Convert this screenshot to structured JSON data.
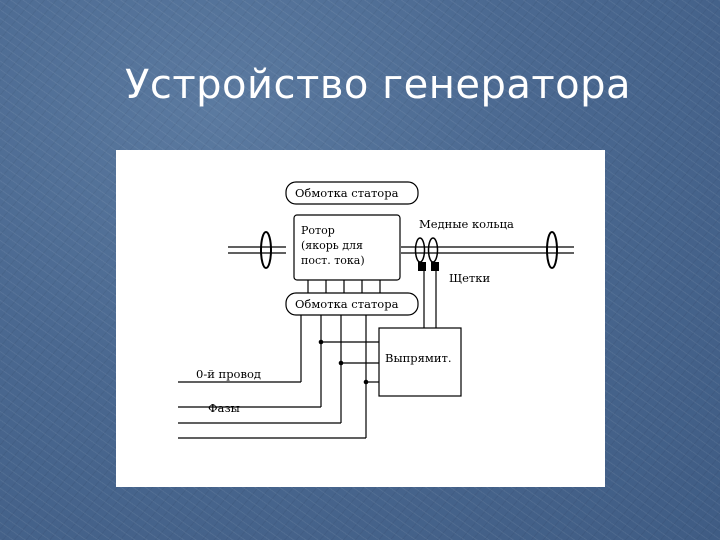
{
  "slide": {
    "title": "Устройство генератора"
  },
  "diagram": {
    "stator_top": "Обмотка статора",
    "stator_bottom": "Обмотка статора",
    "rotor_line1": "Ротор",
    "rotor_line2": "(якорь для",
    "rotor_line3": "пост. тока)",
    "copper_rings": "Медные кольца",
    "brushes": "Щетки",
    "rectifier": "Выпрямит.",
    "neutral_wire": "0-й провод",
    "phases": "Фазы"
  }
}
